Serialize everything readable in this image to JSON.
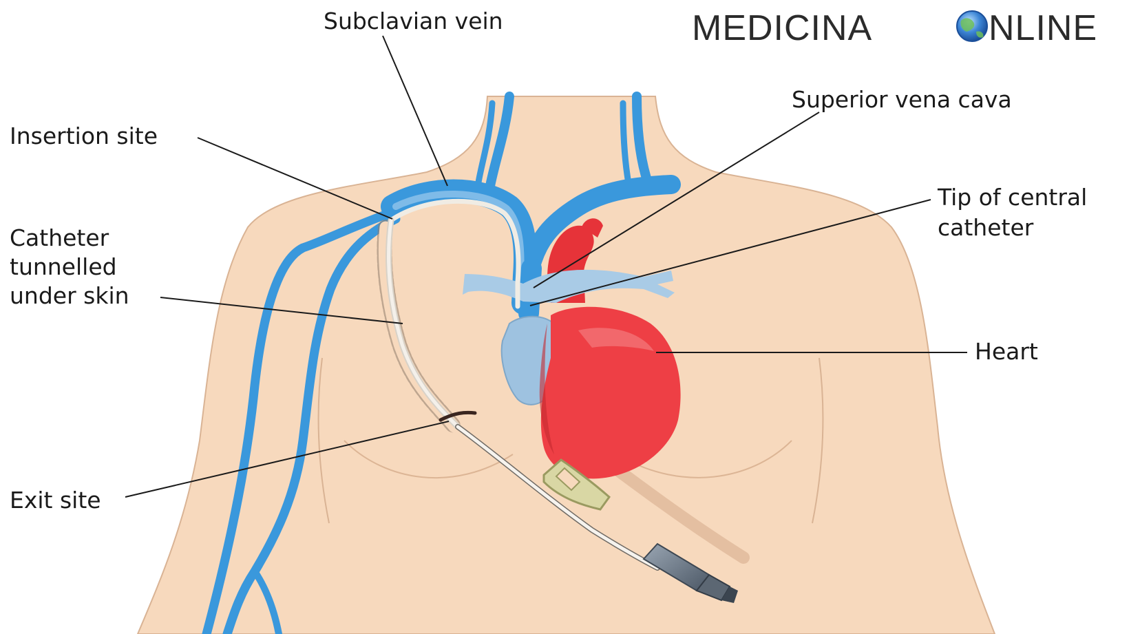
{
  "brand": {
    "left": "MEDICINA",
    "right": "NLINE",
    "icon": "globe-icon"
  },
  "labels": {
    "subclavian_vein": "Subclavian vein",
    "insertion_site": "Insertion site",
    "catheter_line1": "Catheter",
    "catheter_line2": "tunnelled",
    "catheter_line3": "under skin",
    "exit_site": "Exit site",
    "superior_vena_cava": "Superior vena cava",
    "tip_line1": "Tip of central",
    "tip_line2": "catheter",
    "heart": "Heart"
  },
  "colors": {
    "skin": "#f7d9bd",
    "skin_outline": "#d9b394",
    "vein": "#3a98dc",
    "vein_light": "#a9cbe6",
    "heart": "#ee3f45",
    "heart_light": "#f25a5f",
    "atrium": "#9ec2e0",
    "catheter": "#ece6dc",
    "leader": "#1a1a1a"
  }
}
